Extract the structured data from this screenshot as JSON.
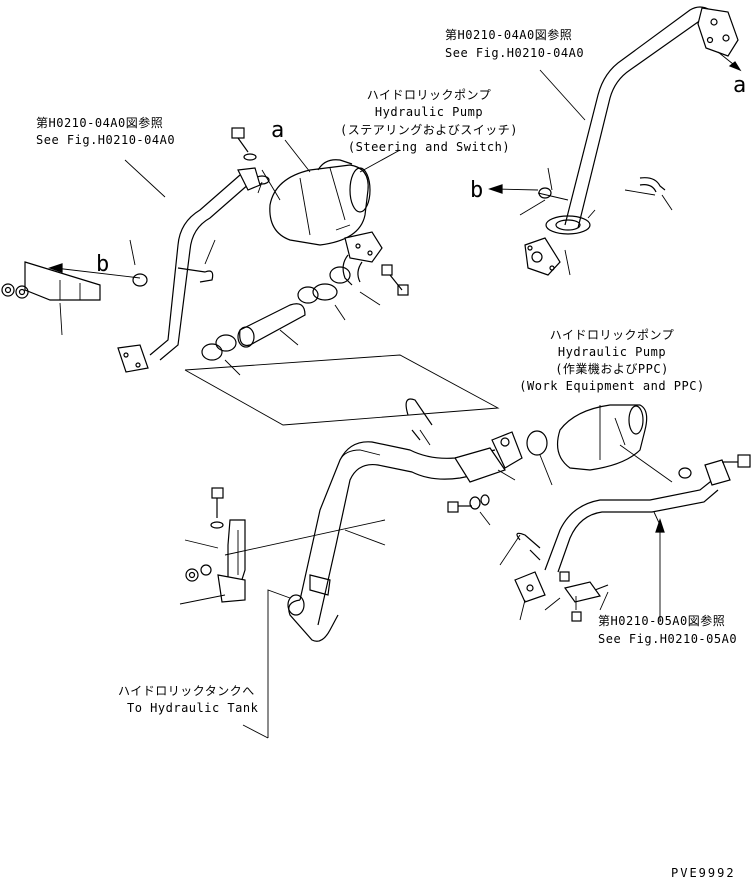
{
  "callouts": {
    "top_right_ref_jp": "第H0210-04A0図参照",
    "top_right_ref_en": "See Fig.H0210-04A0",
    "left_ref_jp": "第H0210-04A0図参照",
    "left_ref_en": "See Fig.H0210-04A0",
    "pump_steering_jp": "ハイドロリックポンプ",
    "pump_steering_en": "Hydraulic Pump",
    "pump_steering_sub_jp": "(ステアリングおよびスイッチ)",
    "pump_steering_sub_en": "(Steering and Switch)",
    "pump_work_jp": "ハイドロリックポンプ",
    "pump_work_en": "Hydraulic Pump",
    "pump_work_sub_jp": "(作業機およびPPC)",
    "pump_work_sub_en": "(Work Equipment and PPC)",
    "bottom_right_ref_jp": "第H0210-05A0図参照",
    "bottom_right_ref_en": "See Fig.H0210-05A0",
    "tank_jp": "ハイドロリックタンクへ",
    "tank_en": "To Hydraulic Tank"
  },
  "markers": {
    "a_top_right": "a",
    "a_pump": "a",
    "b_left": "b",
    "b_right": "b"
  },
  "drawing_code": "PVE9992"
}
